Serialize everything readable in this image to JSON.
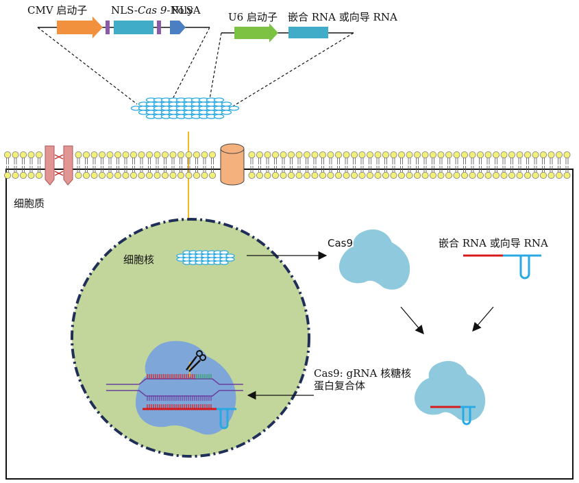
{
  "top_construct_1": {
    "cmv_label": "CMV 启动子",
    "nls_prefix": "NLS-",
    "cas9_italic": "Cas 9",
    "nls_suffix": "-NLS",
    "polya_label": "PolyA"
  },
  "top_construct_2": {
    "u6_label": "U6 启动子",
    "chimeric_label": "嵌合 RNA 或向导 RNA"
  },
  "cell": {
    "cytoplasm_label": "细胞质",
    "nucleus_label": "细胞核"
  },
  "cas9": {
    "label": "Cas9"
  },
  "guide_rna": {
    "label": "嵌合 RNA 或向导 RNA"
  },
  "complex": {
    "label_line1": "Cas9: gRNA 核糖核",
    "label_line2": "蛋白复合体"
  },
  "colors": {
    "cmv_arrow": "#f2913d",
    "cas9_box": "#41acc7",
    "nls_bar": "#8a5aa6",
    "polya_arrow": "#4a7fc1",
    "u6_arrow": "#7dc242",
    "rna_box": "#41acc7",
    "nucleus_fill": "#c2d69b",
    "cas9_protein": "#8ec9dd",
    "complex_protein": "#7ea6d8",
    "guide_red": "#d7191c",
    "guide_blue": "#29a9e1",
    "membrane_head": "#f3f07a",
    "yellow_arrow": "#f5b81e"
  }
}
